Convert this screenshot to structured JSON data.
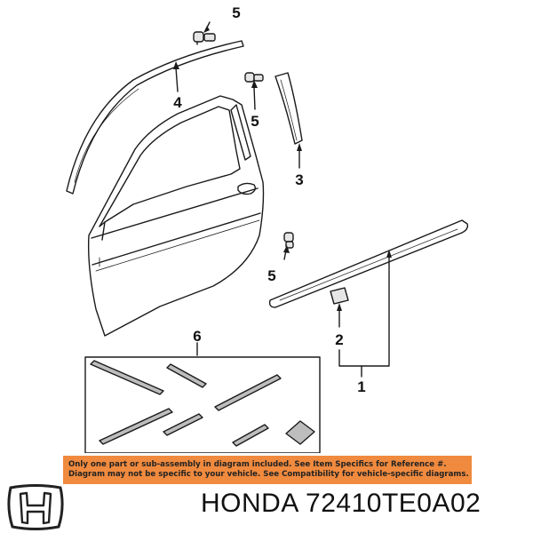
{
  "callouts": {
    "c5_top": "5",
    "c4": "4",
    "c5_mid": "5",
    "c3": "3",
    "c5_low": "5",
    "c2": "2",
    "c1": "1",
    "c6": "6"
  },
  "notice": {
    "line1": "Only one part or sub-assembly in diagram included. See Item Specifics for Reference #.",
    "line2": "Diagram may not be specific to your vehicle. See Compatibility for vehicle-specific diagrams.",
    "background_color": "#f08a3e"
  },
  "footer": {
    "brand": "HONDA",
    "part_number": "72410TE0A02",
    "logo_icon": "honda-h-logo-icon"
  }
}
